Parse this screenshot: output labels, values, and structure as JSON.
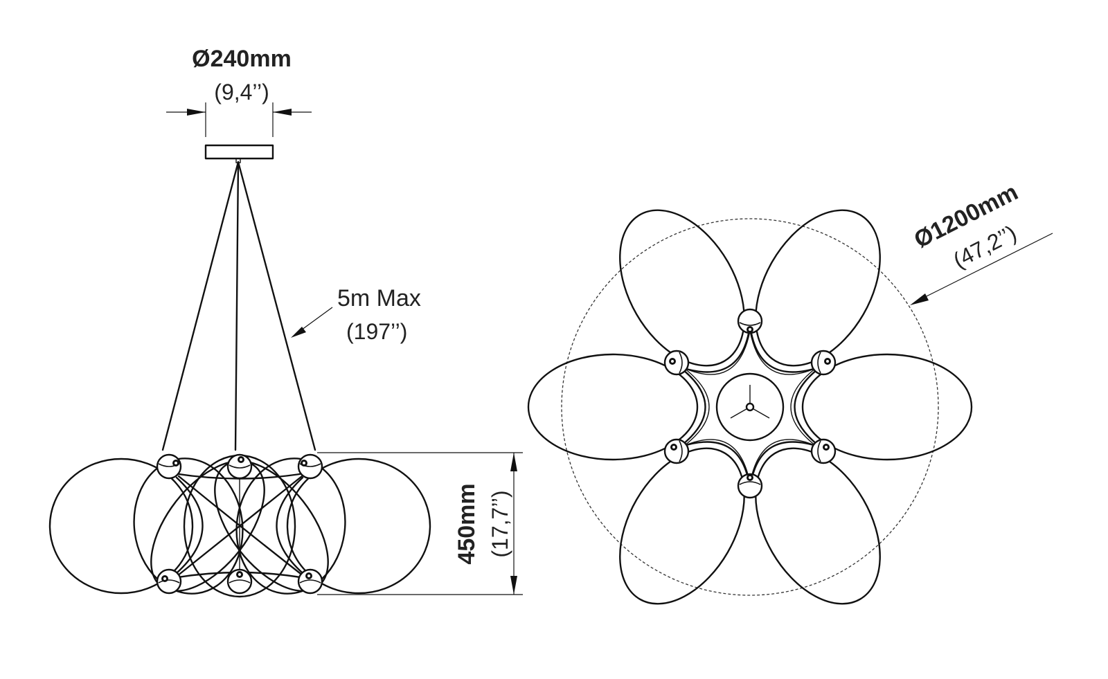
{
  "canopy": {
    "diameter_label": "Ø240mm",
    "diameter_imperial": "(9,4’’)"
  },
  "cable": {
    "length_label": "5m Max",
    "length_imperial": "(197’’)"
  },
  "height": {
    "label": "450mm",
    "imperial": "(17,7’’)"
  },
  "overall": {
    "diameter_label": "Ø1200mm",
    "diameter_imperial": "(47,2’’)"
  },
  "colors": {
    "line": "#111111",
    "text": "#222222",
    "background": "#ffffff"
  }
}
